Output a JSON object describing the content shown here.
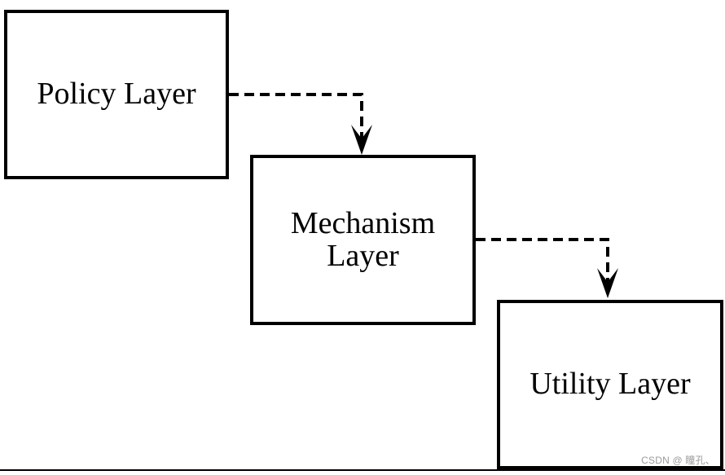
{
  "diagram": {
    "boxes": {
      "policy": {
        "label": "Policy Layer"
      },
      "mechanism": {
        "line1": "Mechanism",
        "line2": "Layer"
      },
      "utility": {
        "label": "Utility Layer"
      }
    },
    "watermark": "CSDN @ 瞳孔、"
  }
}
